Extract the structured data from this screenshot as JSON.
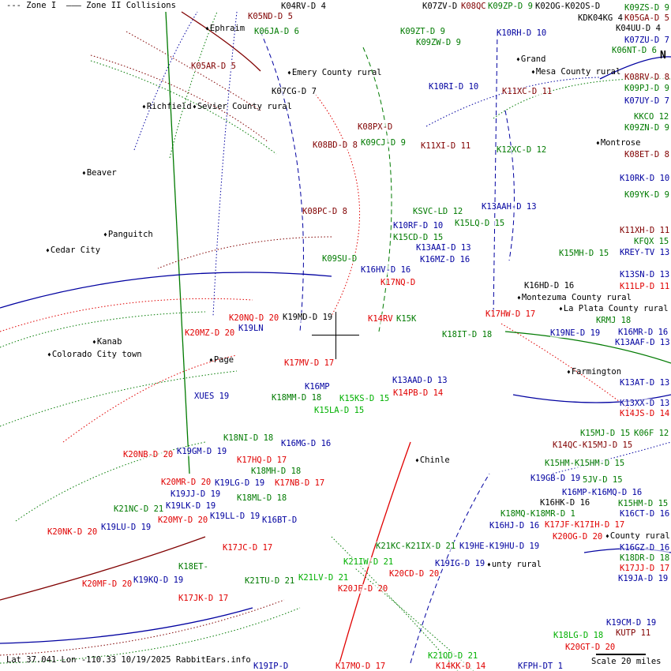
{
  "legend": {
    "zone1": "--- Zone I",
    "zone2": "——— Zone II Collisions"
  },
  "footer": {
    "coords": "Lat 37.041 Lon -110.33 10/19/2025 RabbitEars.info",
    "scale": "Scale 20 miles",
    "north": "N"
  },
  "colors": {
    "dr": "#800000",
    "r": "#e00000",
    "g": "#007a00",
    "lg": "#00b000",
    "b": "#0000a0",
    "k": "#000000"
  },
  "cities": [
    "Ephraim",
    "Emery County rural",
    "Richfield",
    "Sevier County rural",
    "Grand",
    "Mesa County rural",
    "Montrose",
    "Beaver",
    "Panguitch",
    "Cedar City",
    "Kanab",
    "Colorado City town",
    "Page",
    "Montezuma County rural",
    "La Plata County rural",
    "Farmington",
    "Chinle",
    "unty rural",
    "County rural"
  ],
  "stations": [
    {
      "t": "K04RV-D 4",
      "c": "k"
    },
    {
      "t": "K05ND-D 5",
      "c": "dr"
    },
    {
      "t": "K06JA-D 6",
      "c": "g"
    },
    {
      "t": "K05AR-D 5",
      "c": "dr"
    },
    {
      "t": "K07CG-D 7",
      "c": "k"
    },
    {
      "t": "K08BD-D 8",
      "c": "dr"
    },
    {
      "t": "K08PC-D 8",
      "c": "dr"
    },
    {
      "t": "K09SU-D",
      "c": "g"
    },
    {
      "t": "K08PX-D",
      "c": "dr"
    },
    {
      "t": "K09CJ-D 9",
      "c": "g"
    },
    {
      "t": "K09ZT-D 9",
      "c": "g"
    },
    {
      "t": "K09ZW-D 9",
      "c": "g"
    },
    {
      "t": "K10RH-D 10",
      "c": "b"
    },
    {
      "t": "K10RI-D 10",
      "c": "b"
    },
    {
      "t": "K11XC-D 11",
      "c": "dr"
    },
    {
      "t": "K11XI-D 11",
      "c": "dr"
    },
    {
      "t": "K12XC-D 12",
      "c": "g"
    },
    {
      "t": "K13AAH-D 13",
      "c": "b"
    },
    {
      "t": "K15LQ-D 15",
      "c": "g"
    },
    {
      "t": "KSVC-LD 12",
      "c": "g"
    },
    {
      "t": "K10RF-D 10",
      "c": "b"
    },
    {
      "t": "K15CD-D 15",
      "c": "g"
    },
    {
      "t": "K13AAI-D 13",
      "c": "b"
    },
    {
      "t": "K16MZ-D 16",
      "c": "b"
    },
    {
      "t": "K16HV-D 16",
      "c": "b"
    },
    {
      "t": "K17NQ-D",
      "c": "r"
    },
    {
      "t": "K16HD-D 16",
      "c": "k"
    },
    {
      "t": "K17HW-D 17",
      "c": "r"
    },
    {
      "t": "K19MD-D 19",
      "c": "k"
    },
    {
      "t": "K14RV",
      "c": "r"
    },
    {
      "t": "K15K",
      "c": "g"
    },
    {
      "t": "K18IT-D 18",
      "c": "g"
    },
    {
      "t": "K19NE-D 19",
      "c": "b"
    },
    {
      "t": "K20MZ-D 20",
      "c": "r"
    },
    {
      "t": "K19LN",
      "c": "b"
    },
    {
      "t": "K20NQ-D 20",
      "c": "r"
    },
    {
      "t": "K17MV-D 17",
      "c": "r"
    },
    {
      "t": "K13AAD-D 13",
      "c": "b"
    },
    {
      "t": "K18MM-D 18",
      "c": "g"
    },
    {
      "t": "K15KS-D 15",
      "c": "lg"
    },
    {
      "t": "K14PB-D 14",
      "c": "r"
    },
    {
      "t": "K15LA-D 15",
      "c": "lg"
    },
    {
      "t": "K16MP",
      "c": "b"
    },
    {
      "t": "XUES 19",
      "c": "b"
    },
    {
      "t": "K16MG-D 16",
      "c": "b"
    },
    {
      "t": "K18NI-D 18",
      "c": "g"
    },
    {
      "t": "K19GM-D 19",
      "c": "b"
    },
    {
      "t": "K20NB-D 20",
      "c": "r"
    },
    {
      "t": "K18MH-D 18",
      "c": "g"
    },
    {
      "t": "K17HQ-D 17",
      "c": "r"
    },
    {
      "t": "K19LG-D 19",
      "c": "b"
    },
    {
      "t": "K17NB-D 17",
      "c": "r"
    },
    {
      "t": "K18ML-D 18",
      "c": "g"
    },
    {
      "t": "K19JJ-D 19",
      "c": "b"
    },
    {
      "t": "K20MR-D 20",
      "c": "r"
    },
    {
      "t": "K21NC-D 21",
      "c": "g"
    },
    {
      "t": "K19LK-D 19",
      "c": "b"
    },
    {
      "t": "K20MY-D 20",
      "c": "r"
    },
    {
      "t": "K19LL-D 19",
      "c": "b"
    },
    {
      "t": "K20NK-D 20",
      "c": "r"
    },
    {
      "t": "K19LU-D 19",
      "c": "b"
    },
    {
      "t": "K16BT-D",
      "c": "b"
    },
    {
      "t": "K17JC-D 17",
      "c": "r"
    },
    {
      "t": "K18ET-",
      "c": "g"
    },
    {
      "t": "K21TU-D 21",
      "c": "g"
    },
    {
      "t": "K19KQ-D 19",
      "c": "b"
    },
    {
      "t": "K20MF-D 20",
      "c": "r"
    },
    {
      "t": "K17JK-D 17",
      "c": "r"
    },
    {
      "t": "K21IW-D 21",
      "c": "lg"
    },
    {
      "t": "K21KC-K21IX-D 21",
      "c": "g"
    },
    {
      "t": "K19HE-K19HU-D 19",
      "c": "b"
    },
    {
      "t": "K16HJ-D 16",
      "c": "b"
    },
    {
      "t": "K18MQ-K18MR-D 1",
      "c": "g"
    },
    {
      "t": "K19IG-D 19",
      "c": "b"
    },
    {
      "t": "K20CD-D 20",
      "c": "r"
    },
    {
      "t": "K21LV-D 21",
      "c": "lg"
    },
    {
      "t": "K20JF-D 20",
      "c": "r"
    },
    {
      "t": "K19IP-D",
      "c": "b"
    },
    {
      "t": "K17MO-D 17",
      "c": "r"
    },
    {
      "t": "K21OD-D 21",
      "c": "lg"
    },
    {
      "t": "K14KK-D 14",
      "c": "r"
    },
    {
      "t": "KFPH-DT 1",
      "c": "b"
    },
    {
      "t": "K20GT-D 20",
      "c": "r"
    },
    {
      "t": "K18LG-D 18",
      "c": "lg"
    },
    {
      "t": "K19CM-D 19",
      "c": "b"
    },
    {
      "t": "KUTP 11",
      "c": "dr"
    },
    {
      "t": "K19GB-D 19",
      "c": "b"
    },
    {
      "t": "K16MP-K16MQ-D 16",
      "c": "b"
    },
    {
      "t": "5JV-D 15",
      "c": "g"
    },
    {
      "t": "K16HK-D 16",
      "c": "k"
    },
    {
      "t": "K17JF-K17IH-D 17",
      "c": "r"
    },
    {
      "t": "K20OG-D 20",
      "c": "r"
    },
    {
      "t": "K14QC-K15MJ-D 15",
      "c": "dr"
    },
    {
      "t": "K15HM-K15HM-D 15",
      "c": "g"
    },
    {
      "t": "K09ZS-D 9",
      "c": "g"
    },
    {
      "t": "K05GA-D 5",
      "c": "dr"
    },
    {
      "t": "K04UU-D 4",
      "c": "k"
    },
    {
      "t": "K07ZU-D 7",
      "c": "b"
    },
    {
      "t": "K06NT-D 6",
      "c": "g"
    },
    {
      "t": "K08RV-D 8",
      "c": "dr"
    },
    {
      "t": "K09PJ-D 9",
      "c": "g"
    },
    {
      "t": "K07UY-D 7",
      "c": "b"
    },
    {
      "t": "KKCO 12",
      "c": "g"
    },
    {
      "t": "K09ZN-D 9",
      "c": "g"
    },
    {
      "t": "K08ET-D 8",
      "c": "dr"
    },
    {
      "t": "K10RK-D 10",
      "c": "b"
    },
    {
      "t": "K09YK-D 9",
      "c": "g"
    },
    {
      "t": "K11XH-D 11",
      "c": "dr"
    },
    {
      "t": "KFQX 15",
      "c": "g"
    },
    {
      "t": "KREY-TV 13",
      "c": "b"
    },
    {
      "t": "K15MH-D 15",
      "c": "g"
    },
    {
      "t": "K13SN-D 13",
      "c": "b"
    },
    {
      "t": "K11LP-D 11",
      "c": "r"
    },
    {
      "t": "KRMJ 18",
      "c": "g"
    },
    {
      "t": "K16MR-D 16",
      "c": "b"
    },
    {
      "t": "K13AAF-D 13",
      "c": "b"
    },
    {
      "t": "K13AT-D 13",
      "c": "b"
    },
    {
      "t": "K13XX-D 13",
      "c": "b"
    },
    {
      "t": "K14JS-D 14",
      "c": "r"
    },
    {
      "t": "K06F 12",
      "c": "g"
    },
    {
      "t": "K15MJ-D 15",
      "c": "g"
    },
    {
      "t": "K15HM-D 15",
      "c": "g"
    },
    {
      "t": "K16CT-D 16",
      "c": "b"
    },
    {
      "t": "K16GZ-D 16",
      "c": "b"
    },
    {
      "t": "K18DR-D 18",
      "c": "g"
    },
    {
      "t": "K17JJ-D 17",
      "c": "r"
    },
    {
      "t": "K19JA-D 19",
      "c": "b"
    },
    {
      "t": "K07ZV-D",
      "c": "k"
    },
    {
      "t": "K08QC",
      "c": "dr"
    },
    {
      "t": "K09ZP-D 9",
      "c": "g"
    },
    {
      "t": "K02OG-K02OS-D",
      "c": "k"
    },
    {
      "t": "KDK04KG 4",
      "c": "k"
    }
  ]
}
